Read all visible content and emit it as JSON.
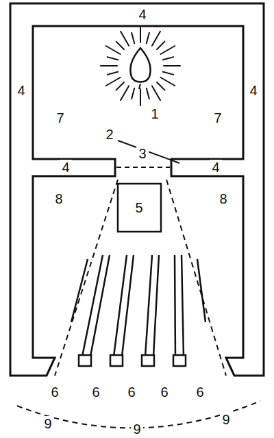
{
  "diagram": {
    "labels": [
      "4",
      "4",
      "4",
      "7",
      "1",
      "7",
      "2",
      "3",
      "4",
      "4",
      "8",
      "5",
      "8",
      "6",
      "6",
      "6",
      "6",
      "6",
      "9",
      "9",
      "9"
    ]
  }
}
